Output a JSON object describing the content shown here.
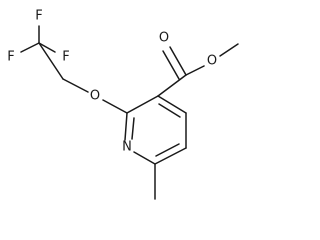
{
  "molecule": {
    "atoms": {
      "fluorine_1": "F",
      "fluorine_2": "F",
      "fluorine_3": "F",
      "ether_oxygen": "O",
      "ester_carbonyl_oxygen": "O",
      "ester_alkoxy_oxygen": "O",
      "ring_nitrogen": "N"
    }
  }
}
